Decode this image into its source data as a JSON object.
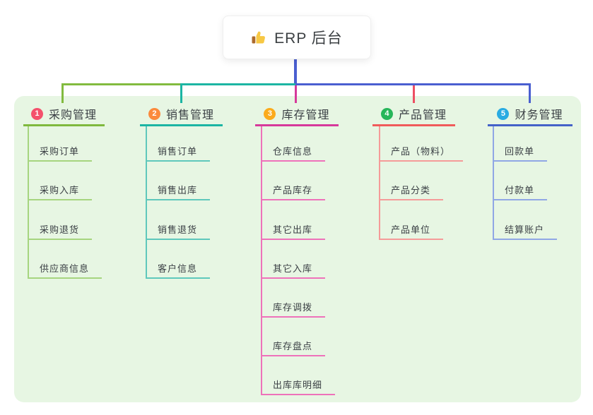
{
  "root": {
    "label": "ERP 后台",
    "icon": "thumbs-up"
  },
  "branches": [
    {
      "index": "1",
      "label": "采购管理",
      "badge_color": "#f4516c",
      "line_color": "#7fb93e",
      "child_line_color": "#a6d57f",
      "children": [
        "采购订单",
        "采购入库",
        "采购退货",
        "供应商信息"
      ]
    },
    {
      "index": "2",
      "label": "销售管理",
      "badge_color": "#fb8a3c",
      "line_color": "#1cb5a3",
      "child_line_color": "#5fc8bc",
      "children": [
        "销售订单",
        "销售出库",
        "销售退货",
        "客户信息"
      ]
    },
    {
      "index": "3",
      "label": "库存管理",
      "badge_color": "#fbab1c",
      "line_color": "#d6399b",
      "child_line_color": "#ee72ba",
      "children": [
        "仓库信息",
        "产品库存",
        "其它出库",
        "其它入库",
        "库存调拨",
        "库存盘点",
        "出库库明细"
      ]
    },
    {
      "index": "4",
      "label": "产品管理",
      "badge_color": "#27b65a",
      "line_color": "#f05b5b",
      "child_line_color": "#f59b99",
      "children": [
        "产品（物料）",
        "产品分类",
        "产品单位"
      ]
    },
    {
      "index": "5",
      "label": "财务管理",
      "badge_color": "#29abe2",
      "line_color": "#4462c8",
      "child_line_color": "#90a7e5",
      "children": [
        "回款单",
        "付款单",
        "结算账户"
      ]
    }
  ],
  "connector": {
    "root_stem_color": "#4a5fd0",
    "segment_colors": {
      "left": "#82bb3f",
      "middle": "#1cb5a3",
      "right": "#4a5fd0"
    },
    "drop_colors": [
      "#82bb3f",
      "#1cb5a3",
      "#d6399b",
      "#ed4f63",
      "#4a5fd0"
    ]
  },
  "panel": {
    "background": "#e7f6e3"
  }
}
